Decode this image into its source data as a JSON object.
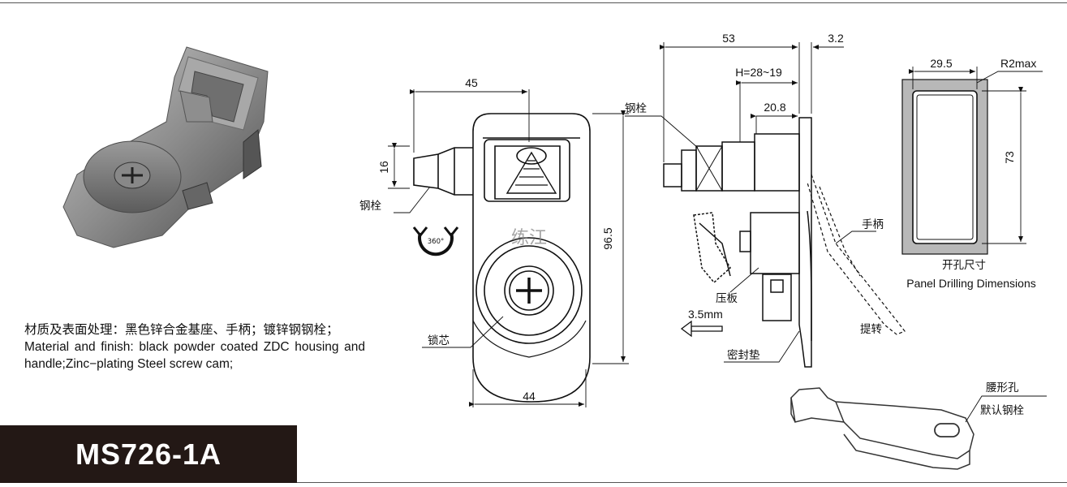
{
  "model": "MS726-1A",
  "description": {
    "zh": "材质及表面处理：黑色锌合金基座、手柄；镀锌钢钢栓；",
    "en": "Material and finish:  black powder coated ZDC housing and handle;Zinc−plating Steel screw cam;"
  },
  "front_view": {
    "dim_top": "45",
    "dim_left": "16",
    "dim_height": "96.5",
    "dim_bottom": "44",
    "label_bolt": "钢栓",
    "label_core": "锁芯",
    "rotation": "360°",
    "watermark": "练江"
  },
  "side_view": {
    "dim_total": "53",
    "dim_gap": "3.2",
    "dim_h": "H=28~19",
    "dim_depth": "20.8",
    "label_bolt": "钢栓",
    "label_handle": "手柄",
    "label_plate": "压板",
    "label_seal": "密封垫",
    "label_lift": "提转",
    "dim_travel": "3.5mm"
  },
  "panel_cutout": {
    "dim_width": "29.5",
    "dim_radius": "R2max",
    "dim_height": "73",
    "label_zh": "开孔尺寸",
    "label_en": "Panel Drilling Dimensions"
  },
  "cam": {
    "label_slot": "腰形孔",
    "label_default": "默认钢栓"
  }
}
